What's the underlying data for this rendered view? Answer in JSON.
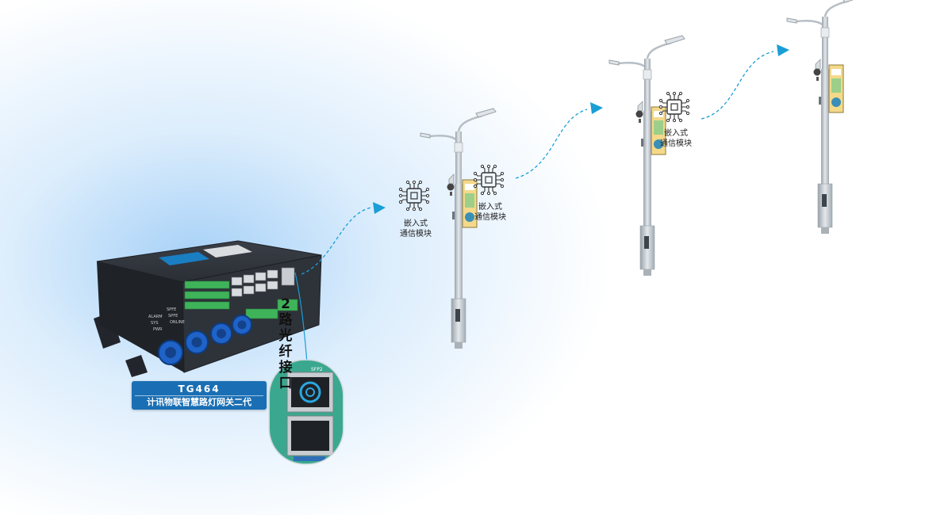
{
  "gateway": {
    "model": "TG464",
    "subtitle": "计讯物联智慧路灯网关二代",
    "panel_leds": [
      "ALARM",
      "SYS",
      "PWR",
      "SPFE",
      "SPFE",
      "ONLINE"
    ]
  },
  "fiber_callout": {
    "label": "2路光纤接口",
    "port_tag": "SFP2"
  },
  "modules": [
    {
      "label_line1": "嵌入式",
      "label_line2": "通信模块"
    },
    {
      "label_line1": "嵌入式",
      "label_line2": "通信模块"
    },
    {
      "label_line1": "嵌入式",
      "label_line2": "通信模块"
    }
  ],
  "colors": {
    "gateway_body": "#2b2f36",
    "label_bg": "#1a6fb4",
    "arrow": "#1a9ed6",
    "pole": "#bfc6cc",
    "glow": "#b9dcf8"
  }
}
